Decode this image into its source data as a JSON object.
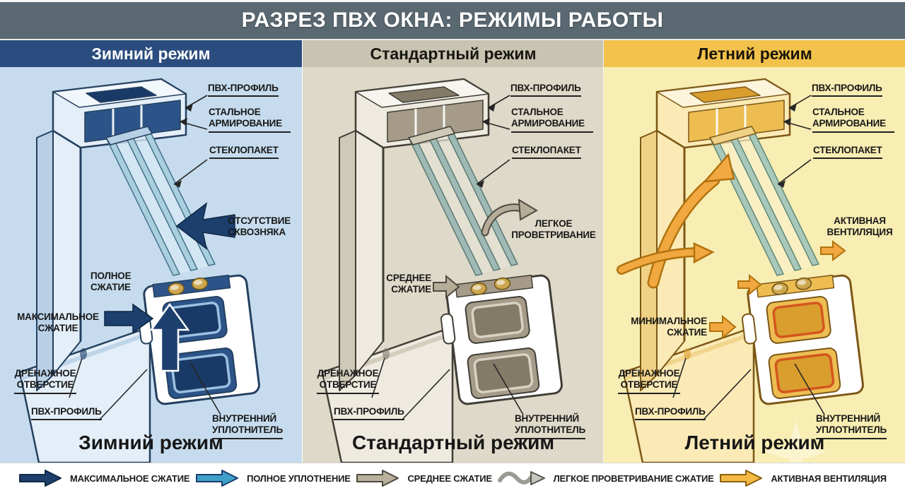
{
  "title": "РАЗРЕЗ ПВХ ОКНА: РЕЖИМЫ РАБОТЫ",
  "title_bar_color": "#5a6872",
  "panels": [
    {
      "id": "winter",
      "header": "Зимний режим",
      "caption": "Зимний режим",
      "labels": {
        "pvc_top": "ПВХ-ПРОФИЛЬ",
        "steel": "СТАЛЬНОЕ АРМИРОВАНИЕ",
        "glazing": "СТЕКЛОПАКЕТ",
        "draft": "ОТСУТСТВИЕ СКВОЗНЯКА",
        "full_compression": "ПОЛНОЕ СЖАТИЕ",
        "max_compression": "МАКСИМАЛЬНОЕ СЖАТИЕ",
        "drain": "ДРЕНАЖНОЕ ОТВЕРСТИЕ",
        "pvc_bottom": "ПВХ-ПРОФИЛЬ",
        "inner_seal": "ВНУТРЕННИЙ УПЛОТНИТЕЛЬ"
      },
      "colors": {
        "header_bg": "#2b4c7e",
        "header_text": "#ffffff",
        "body_bg": "#c6dcee",
        "mode_arrow": "#1c3f6e"
      }
    },
    {
      "id": "standard",
      "header": "Стандартный режим",
      "caption": "Стандартный режим",
      "labels": {
        "pvc_top": "ПВХ-ПРОФИЛЬ",
        "steel": "СТАЛЬНОЕ АРМИРОВАНИЕ",
        "glazing": "СТЕКЛОПАКЕТ",
        "ventilation": "ЛЕГКОЕ ПРОВЕТРИВАНИЕ",
        "mid_compression": "СРЕДНЕЕ СЖАТИЕ",
        "drain": "ДРЕНАЖНОЕ ОТВЕРСТИЕ",
        "pvc_bottom": "ПВХ-ПРОФИЛЬ",
        "inner_seal": "ВНУТРЕННИЙ УПЛОТНИТЕЛЬ"
      },
      "colors": {
        "header_bg": "#c9c3b2",
        "header_text": "#16160f",
        "body_bg": "#ded9c8",
        "mode_arrow": "#b6ad99"
      }
    },
    {
      "id": "summer",
      "header": "Летний режим",
      "caption": "Летний режим",
      "labels": {
        "pvc_top": "ПВХ-ПРОФИЛЬ",
        "steel": "СТАЛЬНОЕ АРМИРОВАНИЕ",
        "glazing": "СТЕКЛОПАКЕТ",
        "ventilation": "АКТИВНАЯ ВЕНТИЛЯЦИЯ",
        "min_compression": "МИНИМАЛЬНОЕ СЖАТИЕ",
        "drain": "ДРЕНАЖНОЕ ОТВЕРСТИЕ",
        "pvc_bottom": "ПВХ-ПРОФИЛЬ",
        "inner_seal": "ВНУТРЕННИЙ УПЛОТНИТЕЛЬ"
      },
      "colors": {
        "header_bg": "#f3c24c",
        "header_text": "#1a1508",
        "body_bg": "#f8edb2",
        "mode_arrow": "#f2a840"
      }
    }
  ],
  "legend": {
    "items": [
      {
        "label": "МАКСИМАЛЬНОЕ СЖАТИЕ",
        "arrow": "solid-arrow-right",
        "color": "#1e3f6d"
      },
      {
        "label": "ПОЛНОЕ УПЛОТНЕНИЕ",
        "arrow": "solid-arrow-right",
        "color": "#3ea0c8"
      },
      {
        "label": "СРЕДНЕЕ СЖАТИЕ",
        "arrow": "solid-arrow-right",
        "color": "#b9b09c"
      },
      {
        "label": "ЛЕГКОЕ ПРОВЕТРИВАНИЕ СЖАТИЕ",
        "arrow": "wavy-arrow-right",
        "color": "#a9a9a5"
      },
      {
        "label": "АКТИВНАЯ ВЕНТИЛЯЦИЯ",
        "arrow": "solid-arrow-right",
        "color": "#f3b942"
      }
    ]
  }
}
